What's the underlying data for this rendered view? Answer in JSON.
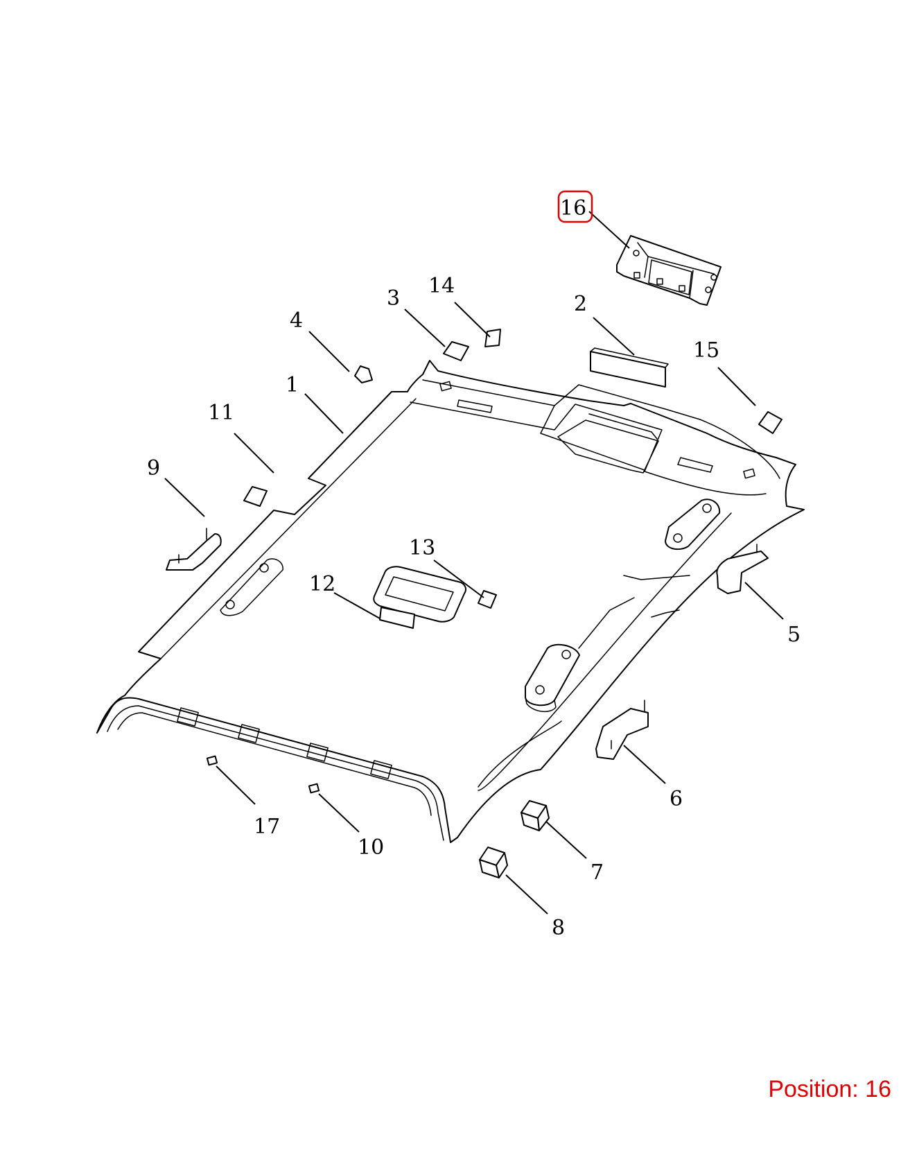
{
  "callouts": {
    "c1": "1",
    "c2": "2",
    "c3": "3",
    "c4": "4",
    "c5": "5",
    "c6": "6",
    "c7": "7",
    "c8": "8",
    "c9": "9",
    "c10": "10",
    "c11": "11",
    "c12": "12",
    "c13": "13",
    "c14": "14",
    "c15": "15",
    "c16": "16",
    "c17": "17"
  },
  "highlighted_callout": "16",
  "highlight_color": "#e00000",
  "position_label": "Position: 16"
}
